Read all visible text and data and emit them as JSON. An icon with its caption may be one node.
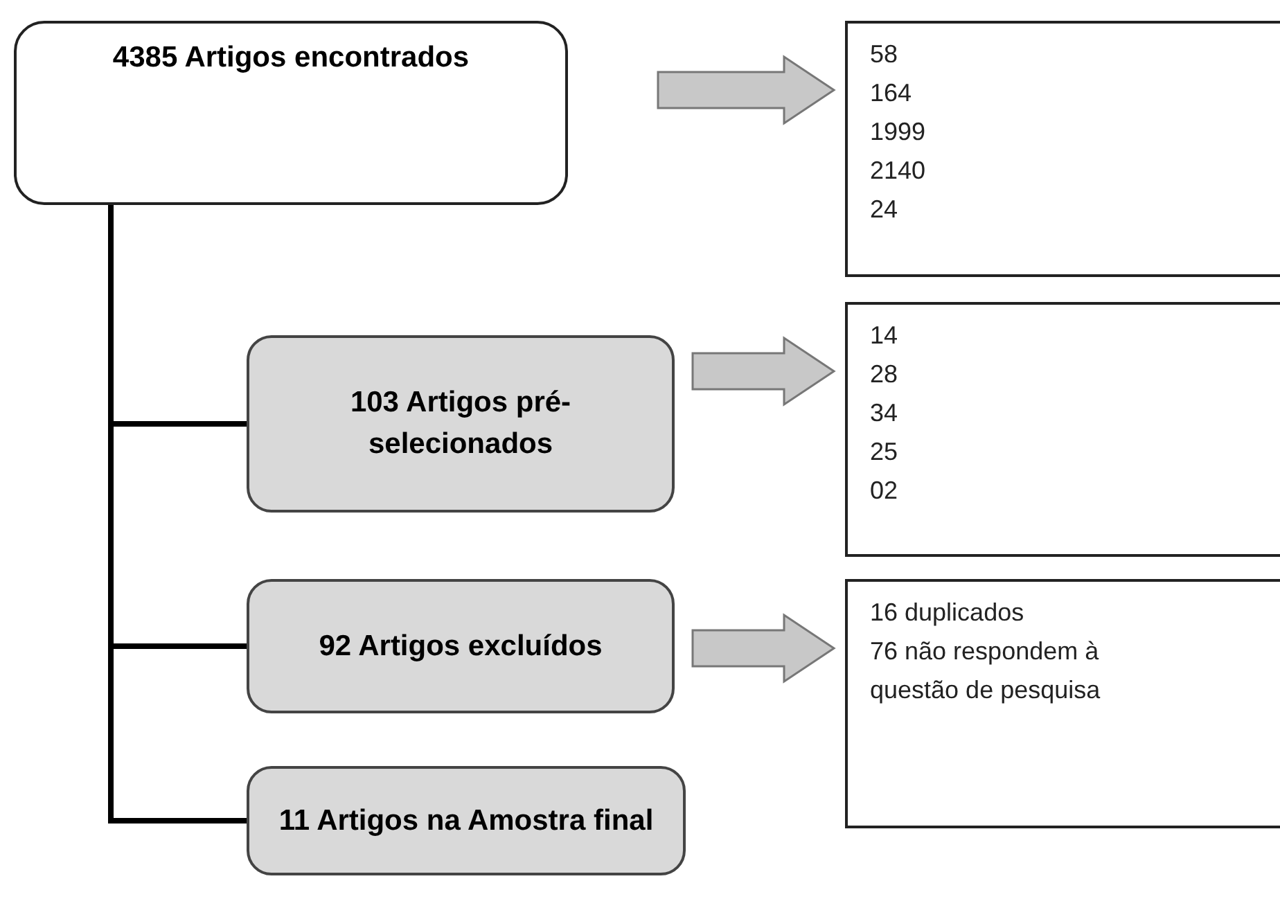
{
  "diagram": {
    "nodes": [
      {
        "text": [
          "4385 Artigos encontrados"
        ]
      },
      {
        "text": [
          "58",
          "164",
          "1999",
          "2140",
          "24"
        ]
      },
      {
        "text": [
          "103 Artigos pré-selecionados"
        ]
      },
      {
        "text": [
          "14",
          "28",
          "34",
          "25",
          "02"
        ]
      },
      {
        "text": [
          "92 Artigos excluídos"
        ]
      },
      {
        "text": [
          "16 duplicados",
          "76 não respondem à questão de pesquisa"
        ]
      },
      {
        "text": [
          "11 Artigos na Amostra final"
        ]
      }
    ],
    "edges": [
      {
        "from": 0,
        "to": 1,
        "arrow": "to"
      },
      {
        "from": 0,
        "to": 2,
        "arrow": "none"
      },
      {
        "from": 2,
        "to": 3,
        "arrow": "to"
      },
      {
        "from": 0,
        "to": 4,
        "arrow": "none"
      },
      {
        "from": 4,
        "to": 5,
        "arrow": "to"
      },
      {
        "from": 0,
        "to": 6,
        "arrow": "none"
      }
    ]
  }
}
